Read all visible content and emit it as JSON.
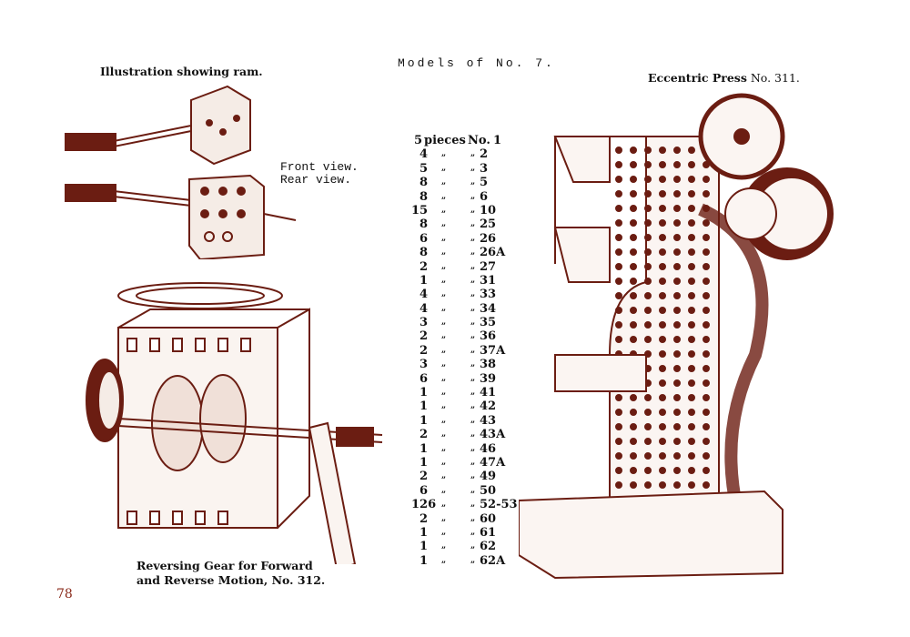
{
  "page_title": "Models of No. 7.",
  "page_number": "78",
  "captions": {
    "ram": "Illustration showing ram.",
    "front_view": "Front view.",
    "rear_view": "Rear view.",
    "press_bold": "Eccentric Press",
    "press_no": "No. 311.",
    "gear_line1": "Reversing Gear for Forward",
    "gear_line2": "and Reverse Motion, No. 312."
  },
  "parts_list": {
    "first_label": "pieces",
    "no_label": "No.",
    "ditto": "„",
    "items": [
      {
        "qty": "5",
        "part": "1"
      },
      {
        "qty": "4",
        "part": "2"
      },
      {
        "qty": "5",
        "part": "3"
      },
      {
        "qty": "8",
        "part": "5"
      },
      {
        "qty": "8",
        "part": "6"
      },
      {
        "qty": "15",
        "part": "10"
      },
      {
        "qty": "8",
        "part": "25"
      },
      {
        "qty": "6",
        "part": "26"
      },
      {
        "qty": "8",
        "part": "26A"
      },
      {
        "qty": "2",
        "part": "27"
      },
      {
        "qty": "1",
        "part": "31"
      },
      {
        "qty": "4",
        "part": "33"
      },
      {
        "qty": "4",
        "part": "34"
      },
      {
        "qty": "3",
        "part": "35"
      },
      {
        "qty": "2",
        "part": "36"
      },
      {
        "qty": "2",
        "part": "37A"
      },
      {
        "qty": "3",
        "part": "38"
      },
      {
        "qty": "6",
        "part": "39"
      },
      {
        "qty": "1",
        "part": "41"
      },
      {
        "qty": "1",
        "part": "42"
      },
      {
        "qty": "1",
        "part": "43"
      },
      {
        "qty": "2",
        "part": "43A"
      },
      {
        "qty": "1",
        "part": "46"
      },
      {
        "qty": "1",
        "part": "47A"
      },
      {
        "qty": "2",
        "part": "49"
      },
      {
        "qty": "6",
        "part": "50"
      },
      {
        "qty": "126",
        "part": "52-53"
      },
      {
        "qty": "2",
        "part": "60"
      },
      {
        "qty": "1",
        "part": "61"
      },
      {
        "qty": "1",
        "part": "62"
      },
      {
        "qty": "1",
        "part": "62A"
      }
    ]
  },
  "colors": {
    "ink": "#6b1d12",
    "text": "#111111",
    "page_number": "#8a2a1a"
  }
}
